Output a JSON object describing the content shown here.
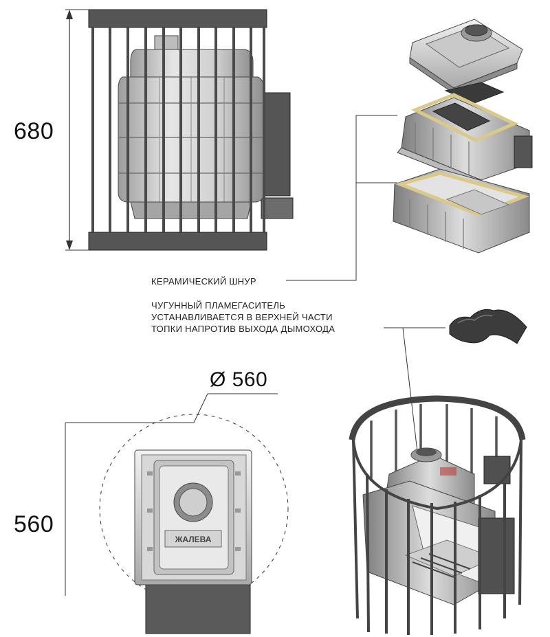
{
  "dimensions": {
    "height": "680",
    "diameter": "Ø 560",
    "depth": "560"
  },
  "labels": {
    "ceramic_cord": "КЕРАМИЧЕСКИЙ ШНУР",
    "flame_arrester_line1": "ЧУГУННЫЙ ПЛАМЕГАСИТЕЛЬ",
    "flame_arrester_line2": "УСТАНАВЛИВАЕТСЯ В ВЕРХНЕЙ ЧАСТИ",
    "flame_arrester_line3": "ТОПКИ НАПРОТИВ ВЫХОДА ДЫМОХОДА",
    "brand_plate": "ЖАЛЕВА"
  },
  "colors": {
    "line": "#333333",
    "metal_dark": "#4a4a4a",
    "metal_mid": "#8a8a8a",
    "metal_light": "#d6d6d6",
    "cord": "#d9c98a",
    "damper": "#3a3a3a"
  }
}
